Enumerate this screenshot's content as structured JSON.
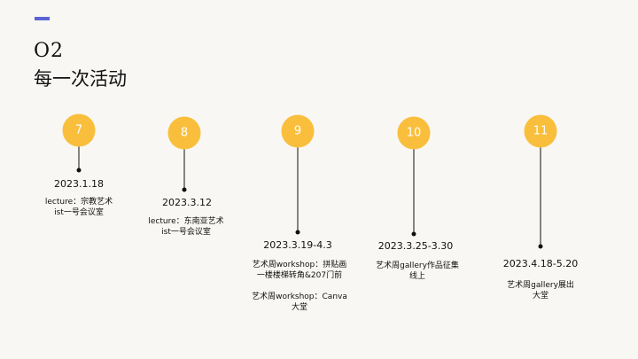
{
  "header": {
    "section_number": "O2",
    "section_title": "每一次活动"
  },
  "colors": {
    "accent": "#5b62d6",
    "circle": "#f9bf3c",
    "background": "#f8f7f3"
  },
  "timeline": [
    {
      "number": "7",
      "date": "2023.1.18",
      "desc": [
        "lecture：宗教艺术",
        "ist一号会议室"
      ]
    },
    {
      "number": "8",
      "date": "2023.3.12",
      "desc": [
        "lecture：东南亚艺术",
        "ist一号会议室"
      ]
    },
    {
      "number": "9",
      "date": "2023.3.19-4.3",
      "desc": [
        "艺术周workshop：拼贴画",
        "一楼楼梯转角&207门前"
      ],
      "desc2": [
        "艺术周workshop：Canva",
        "大堂"
      ]
    },
    {
      "number": "10",
      "date": "2023.3.25-3.30",
      "desc": [
        "艺术周gallery作品征集",
        "线上"
      ]
    },
    {
      "number": "11",
      "date": "2023.4.18-5.20",
      "desc": [
        "艺术周gallery展出",
        "大堂"
      ]
    }
  ]
}
